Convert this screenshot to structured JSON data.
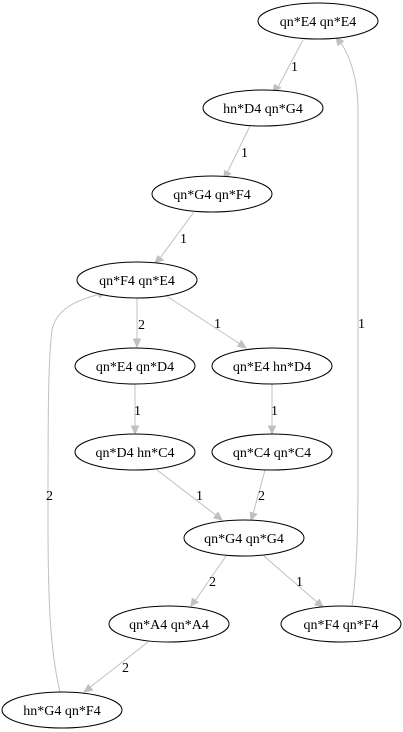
{
  "graph": {
    "nodes": [
      {
        "id": "n0",
        "label": "qn*E4 qn*E4"
      },
      {
        "id": "n1",
        "label": "hn*D4 qn*G4"
      },
      {
        "id": "n2",
        "label": "qn*G4 qn*F4"
      },
      {
        "id": "n3",
        "label": "qn*F4 qn*E4"
      },
      {
        "id": "n4",
        "label": "qn*E4 qn*D4"
      },
      {
        "id": "n5",
        "label": "qn*E4 hn*D4"
      },
      {
        "id": "n6",
        "label": "qn*D4 hn*C4"
      },
      {
        "id": "n7",
        "label": "qn*C4 qn*C4"
      },
      {
        "id": "n8",
        "label": "qn*G4 qn*G4"
      },
      {
        "id": "n9",
        "label": "qn*A4 qn*A4"
      },
      {
        "id": "n10",
        "label": "qn*F4 qn*F4"
      },
      {
        "id": "n11",
        "label": "hn*G4 qn*F4"
      }
    ],
    "edges": [
      {
        "from": "n0",
        "to": "n1",
        "label": "1"
      },
      {
        "from": "n1",
        "to": "n2",
        "label": "1"
      },
      {
        "from": "n2",
        "to": "n3",
        "label": "1"
      },
      {
        "from": "n3",
        "to": "n4",
        "label": "2"
      },
      {
        "from": "n3",
        "to": "n5",
        "label": "1"
      },
      {
        "from": "n4",
        "to": "n6",
        "label": "1"
      },
      {
        "from": "n5",
        "to": "n7",
        "label": "1"
      },
      {
        "from": "n6",
        "to": "n8",
        "label": "1"
      },
      {
        "from": "n7",
        "to": "n8",
        "label": "2"
      },
      {
        "from": "n8",
        "to": "n9",
        "label": "2"
      },
      {
        "from": "n8",
        "to": "n10",
        "label": "1"
      },
      {
        "from": "n9",
        "to": "n11",
        "label": "2"
      },
      {
        "from": "n11",
        "to": "n3",
        "label": "2"
      },
      {
        "from": "n10",
        "to": "n0",
        "label": "1"
      }
    ]
  },
  "colors": {
    "edge": "#c0c0c0",
    "node_stroke": "#000000",
    "text": "#000000",
    "background": "#ffffff"
  }
}
